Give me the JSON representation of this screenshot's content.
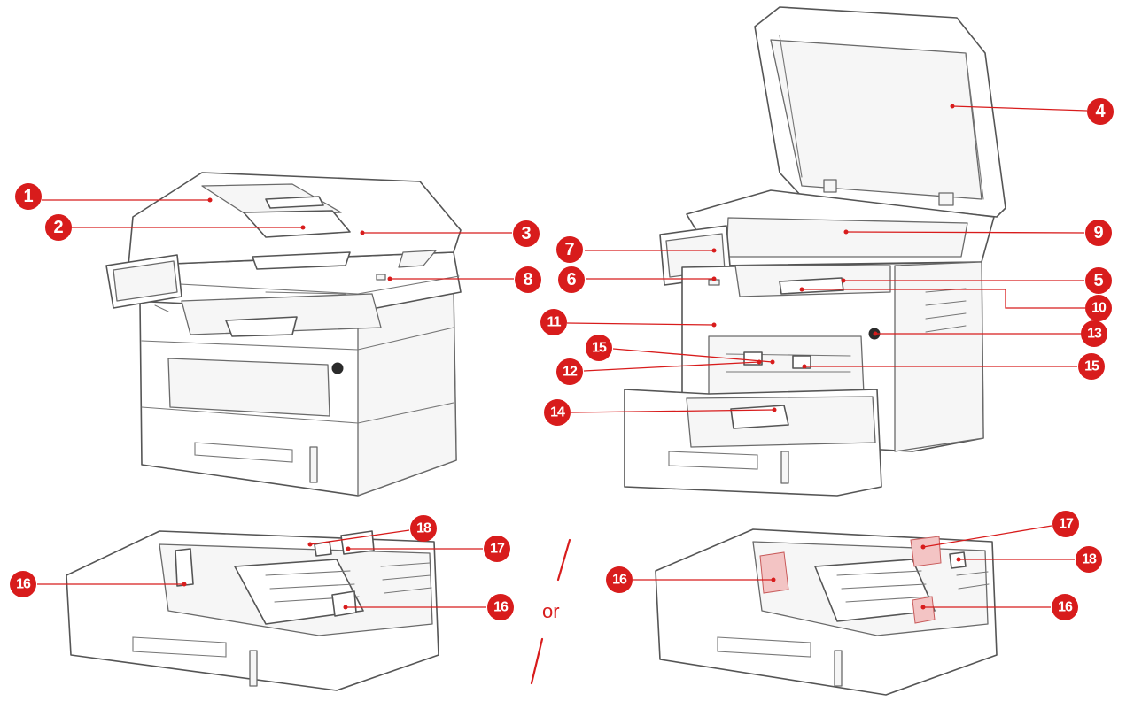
{
  "separator": {
    "text": "or"
  },
  "callouts": [
    {
      "id": "1",
      "label": "1"
    },
    {
      "id": "2",
      "label": "2"
    },
    {
      "id": "3",
      "label": "3"
    },
    {
      "id": "4",
      "label": "4"
    },
    {
      "id": "5",
      "label": "5"
    },
    {
      "id": "6",
      "label": "6"
    },
    {
      "id": "7",
      "label": "7"
    },
    {
      "id": "8",
      "label": "8"
    },
    {
      "id": "9",
      "label": "9"
    },
    {
      "id": "10",
      "label": "10"
    },
    {
      "id": "11",
      "label": "11"
    },
    {
      "id": "12",
      "label": "12"
    },
    {
      "id": "13",
      "label": "13"
    },
    {
      "id": "14",
      "label": "14"
    },
    {
      "id": "15a",
      "label": "15"
    },
    {
      "id": "15b",
      "label": "15"
    },
    {
      "id": "16a",
      "label": "16"
    },
    {
      "id": "16b",
      "label": "16"
    },
    {
      "id": "16c",
      "label": "16"
    },
    {
      "id": "16d",
      "label": "16"
    },
    {
      "id": "17a",
      "label": "17"
    },
    {
      "id": "17b",
      "label": "17"
    },
    {
      "id": "18a",
      "label": "18"
    },
    {
      "id": "18b",
      "label": "18"
    }
  ],
  "colors": {
    "callout": "#d81c1c",
    "line_art": "#555555"
  }
}
